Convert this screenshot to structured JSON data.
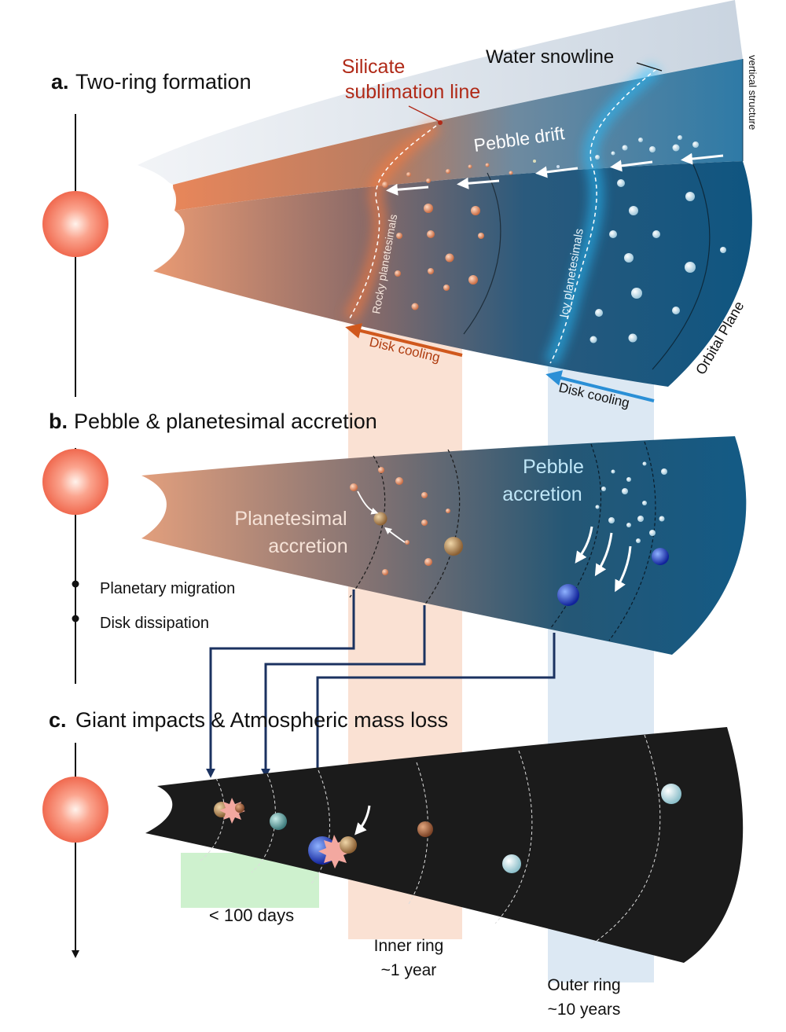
{
  "panels": {
    "a": {
      "letter": "a.",
      "title": "Two-ring formation"
    },
    "b": {
      "letter": "b.",
      "title": "Pebble & planetesimal accretion"
    },
    "c": {
      "letter": "c.",
      "title": "Giant impacts & Atmospheric mass loss"
    }
  },
  "panel_a_labels": {
    "silicate_line_1": "Silicate",
    "silicate_line_2": "sublimation line",
    "water_snowline": "Water snowline",
    "vertical_structure": "vertical structure",
    "pebble_drift": "Pebble drift",
    "rocky_planetesimals": "Rocky planetesimals",
    "icy_planetesimals": "Icy planetesimals",
    "orbital_plane": "Orbital Plane",
    "disk_cooling_inner": "Disk cooling",
    "disk_cooling_outer": "Disk cooling"
  },
  "panel_b_labels": {
    "pebble_1": "Pebble",
    "pebble_2": "accretion",
    "planetesimal_1": "Planetesimal",
    "planetesimal_2": "accretion"
  },
  "timeline": {
    "events": [
      "Planetary migration",
      "Disk dissipation"
    ]
  },
  "bands": {
    "close_in": "< 100 days",
    "inner_1": "Inner ring",
    "inner_2": "~1 year",
    "outer_1": "Outer ring",
    "outer_2": "~10 years"
  },
  "colors": {
    "rocky": "#e58a5a",
    "icy": "#1a5f85",
    "inner_band": "#f9dccb",
    "outer_band": "#d6e4f1",
    "close_band": "#c9efc9",
    "silicate_text": "#b02a18",
    "cooling_inner": "#d0581d",
    "cooling_outer": "#2a8fd6",
    "dark_disk": "#1b1b1b"
  }
}
